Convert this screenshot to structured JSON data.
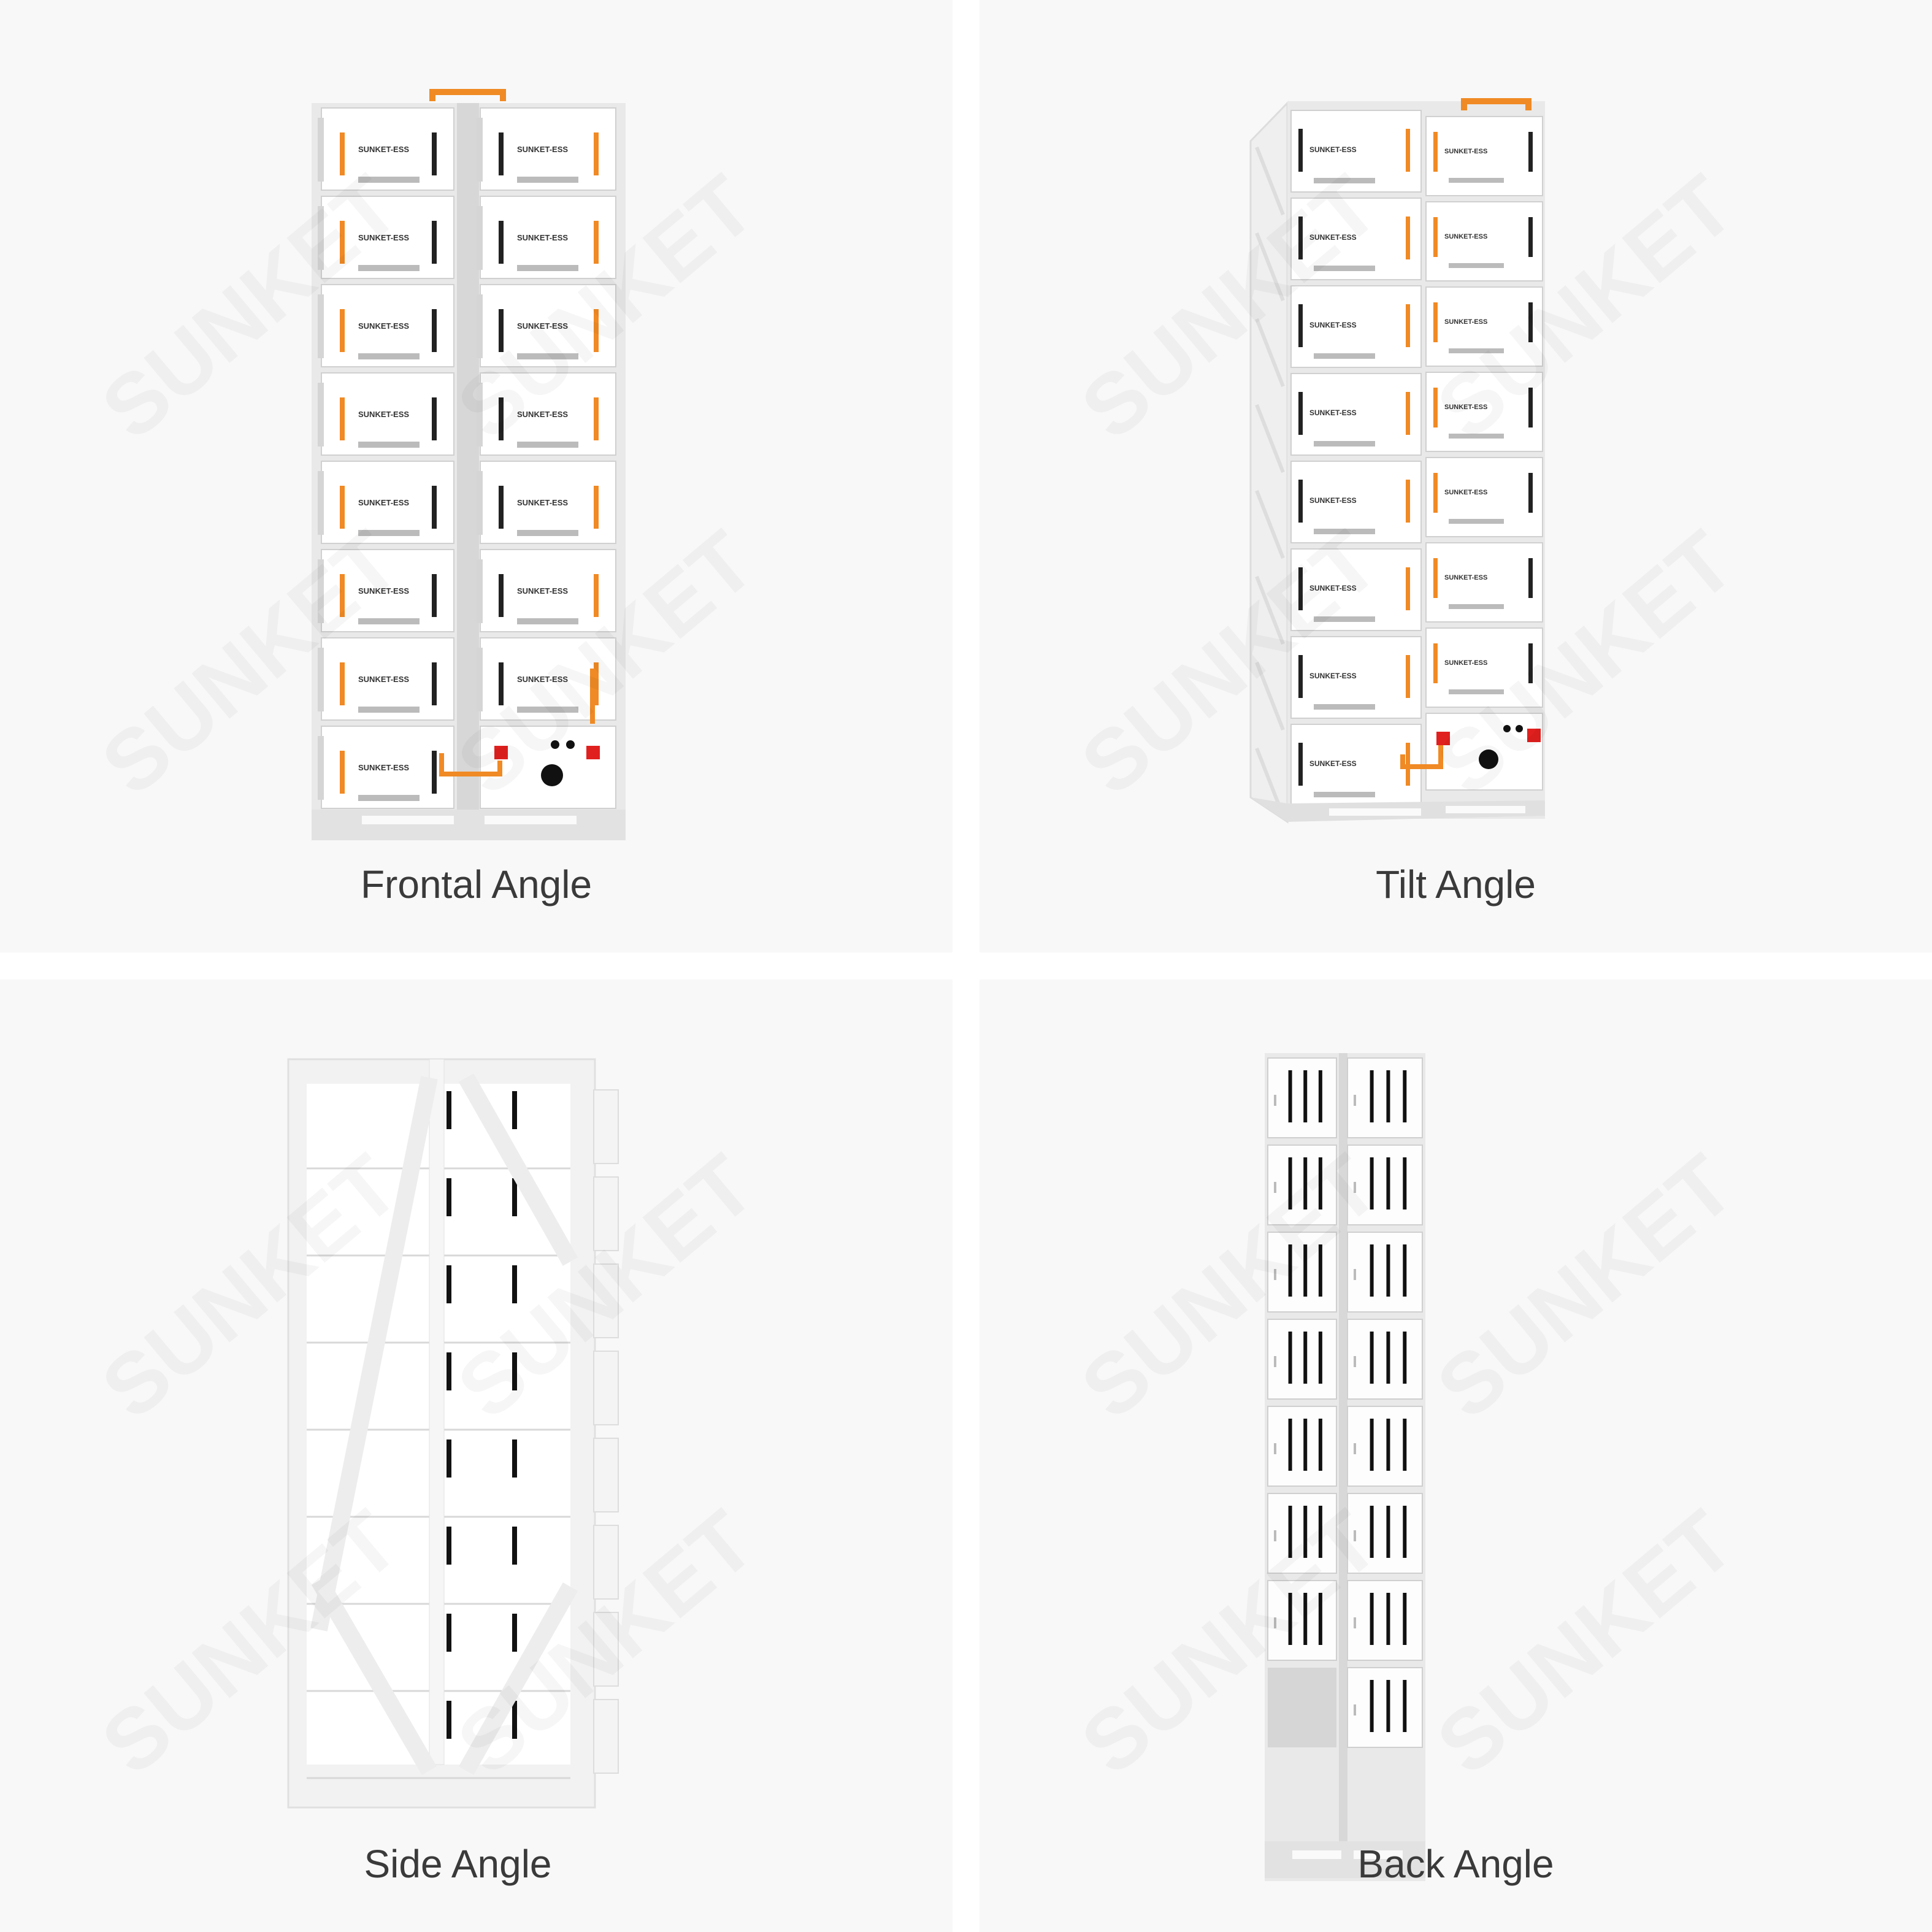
{
  "views": [
    {
      "caption": "Frontal Angle"
    },
    {
      "caption": "Tilt Angle"
    },
    {
      "caption": "Side Angle"
    },
    {
      "caption": "Back Angle"
    }
  ],
  "module_brand": "SUNKET-ESS",
  "watermark": "SUNKET",
  "colors": {
    "accent": "#f08a24",
    "alert": "#e0201e",
    "frame": "#e9e9e9",
    "module": "#ffffff",
    "caption": "#3a3a3a"
  }
}
